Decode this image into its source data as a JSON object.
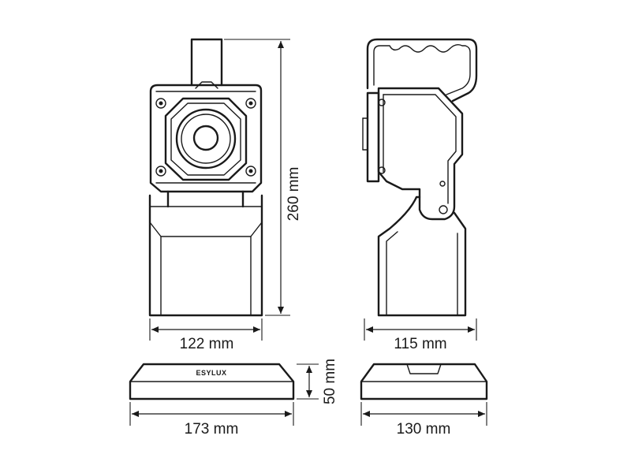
{
  "dimensions": {
    "front_width": "122 mm",
    "height": "260 mm",
    "side_width": "115 mm",
    "base_width": "173 mm",
    "base_height": "50 mm",
    "base_side_width": "130 mm"
  },
  "brand": {
    "logo_text": "ESYLUX"
  },
  "colors": {
    "line": "#1a1a1a",
    "background": "#ffffff"
  }
}
